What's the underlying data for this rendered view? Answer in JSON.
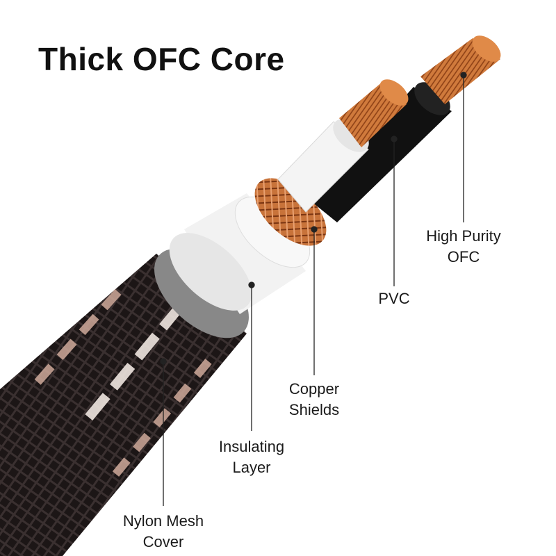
{
  "title": "Thick OFC Core",
  "colors": {
    "copper": "#c8733a",
    "copper_dark": "#7a3512",
    "jacket": "#1c1616",
    "stripe": "#cfa99a",
    "insulation": "#f2f2f2",
    "pvc": "#111111"
  },
  "labels": {
    "high_purity_ofc": {
      "line1": "High Purity",
      "line2": "OFC"
    },
    "pvc": {
      "line1": "PVC"
    },
    "copper_shields": {
      "line1": "Copper",
      "line2": "Shields"
    },
    "insulating_layer": {
      "line1": "Insulating",
      "line2": "Layer"
    },
    "nylon_mesh_cover": {
      "line1": "Nylon Mesh",
      "line2": "Cover"
    }
  }
}
